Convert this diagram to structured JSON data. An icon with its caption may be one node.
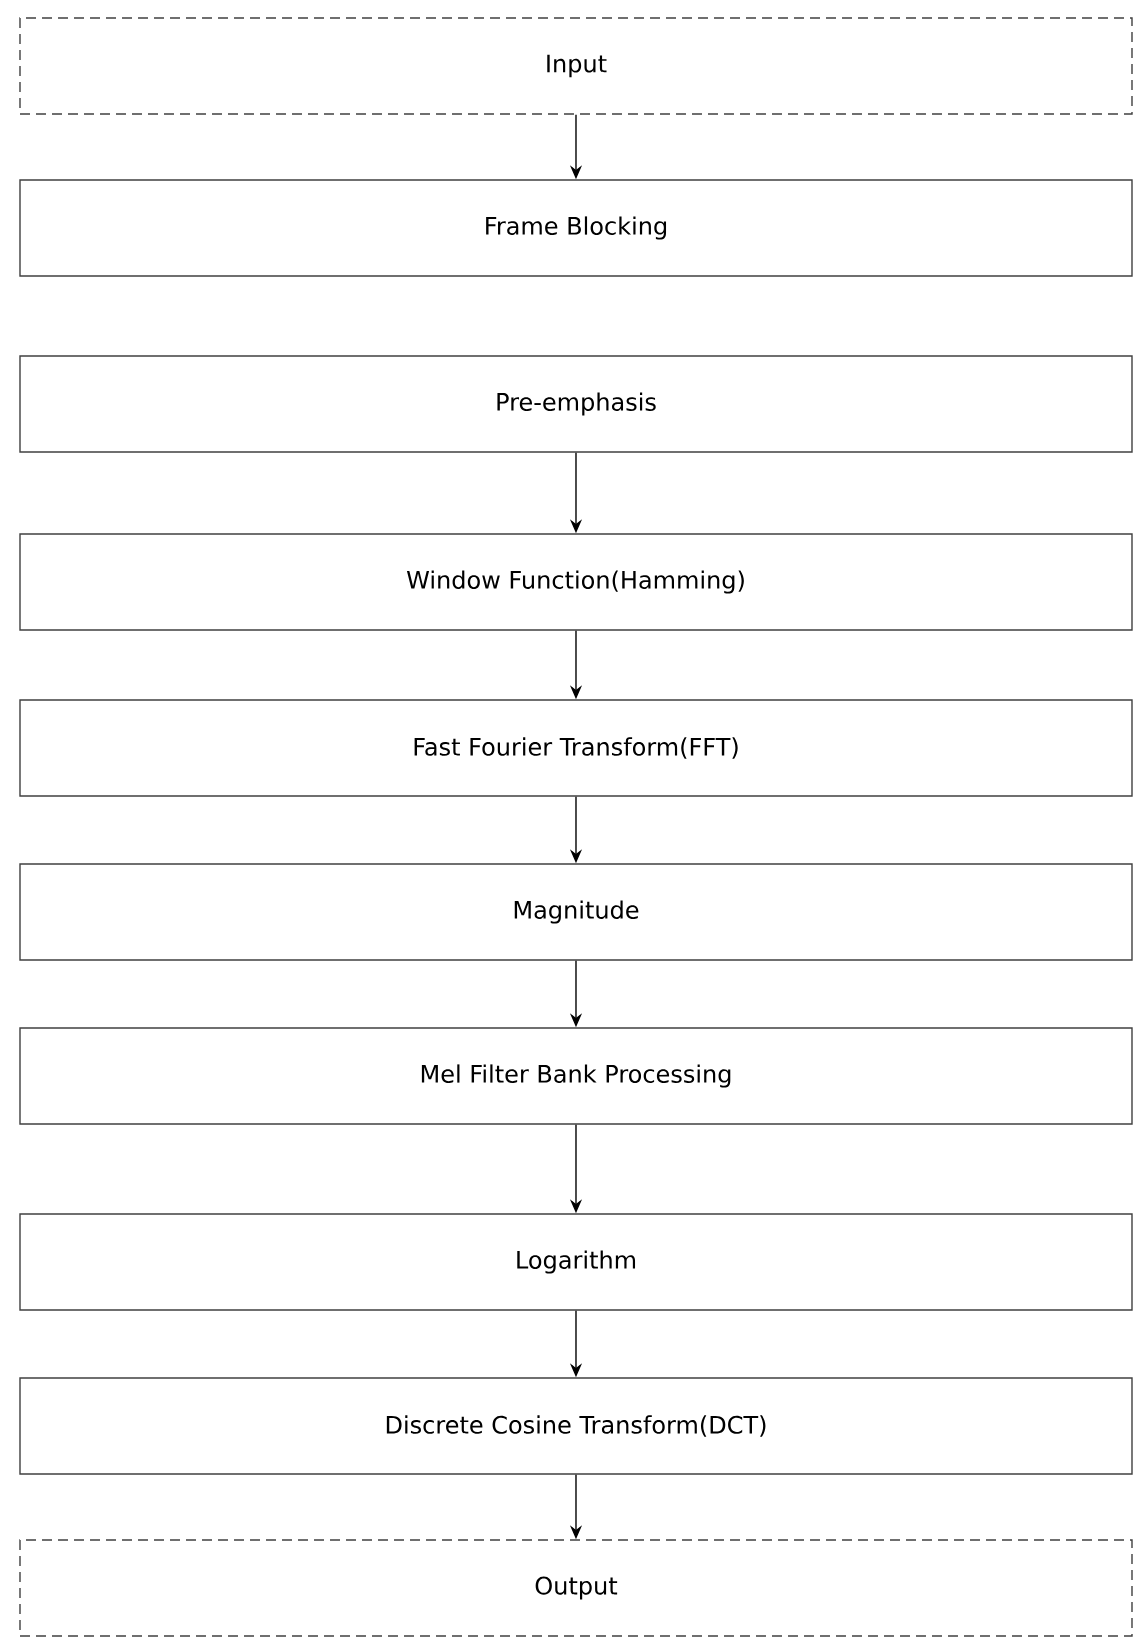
{
  "diagram": {
    "nodes": [
      {
        "text": [
          "Input"
        ]
      },
      {
        "text": [
          "Frame Blocking"
        ]
      },
      {
        "text": [
          "Pre-emphasis"
        ]
      },
      {
        "text": [
          "Window Function(Hamming)"
        ]
      },
      {
        "text": [
          "Fast Fourier Transform(FFT)"
        ]
      },
      {
        "text": [
          "Magnitude"
        ]
      },
      {
        "text": [
          "Mel Filter Bank Processing"
        ]
      },
      {
        "text": [
          "Logarithm"
        ]
      },
      {
        "text": [
          "Discrete Cosine Transform(DCT)"
        ]
      },
      {
        "text": [
          "Output"
        ]
      }
    ],
    "edges": [
      {
        "from": 0,
        "to": 1,
        "arrow": "to"
      },
      {
        "from": 2,
        "to": 3,
        "arrow": "to"
      },
      {
        "from": 3,
        "to": 4,
        "arrow": "to"
      },
      {
        "from": 4,
        "to": 5,
        "arrow": "to"
      },
      {
        "from": 5,
        "to": 6,
        "arrow": "to"
      },
      {
        "from": 6,
        "to": 7,
        "arrow": "to"
      },
      {
        "from": 7,
        "to": 8,
        "arrow": "to"
      },
      {
        "from": 8,
        "to": 9,
        "arrow": "to"
      }
    ]
  }
}
